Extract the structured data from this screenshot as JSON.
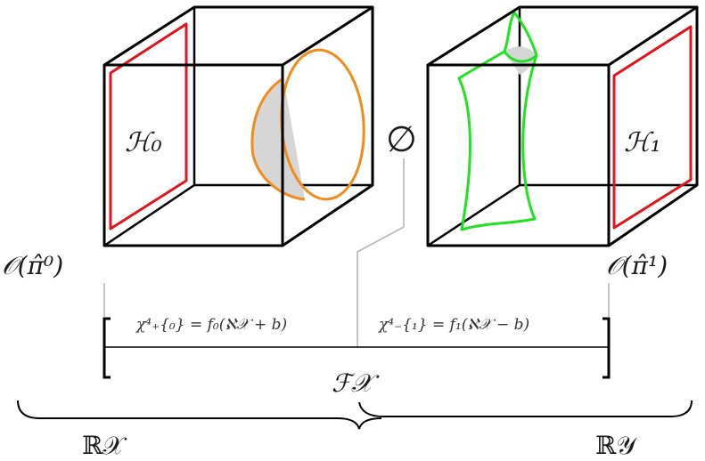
{
  "labels": {
    "h0": "ℋ₀",
    "h1": "ℋ₁",
    "empty_set": "∅",
    "origin_left": "𝒪(π̂⁰)",
    "origin_right": "𝒪(π̂¹)",
    "formula_left": "χ⁴₊{₀} = f₀(ℵ𝒳 + b)",
    "formula_right": "χ⁴₋{₁} = f₁(ℵ𝒳 − b)",
    "center_label": "ℱ𝒳",
    "brace_left": "ℝ𝒳",
    "brace_right": "ℝ𝒴"
  },
  "colors": {
    "hyperplane": "#e0141c",
    "ellipsoid": "#f08c1c",
    "surface": "#22e022",
    "shading": "#d6d6d6"
  }
}
